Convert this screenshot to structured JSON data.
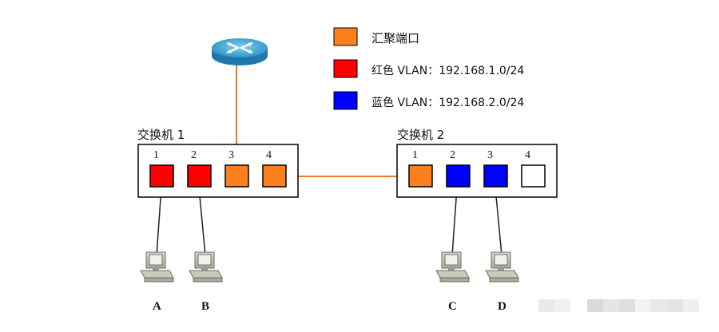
{
  "legend": {
    "aggregate": {
      "label": "汇聚端口",
      "color": "#ff7f1e"
    },
    "red_vlan": {
      "label": "红色 VLAN：192.168.1.0/24",
      "color": "#ff0000"
    },
    "blue_vlan": {
      "label": "蓝色 VLAN：192.168.2.0/24",
      "color": "#0000ff"
    }
  },
  "switch1": {
    "label": "交换机 1",
    "ports": [
      {
        "number": "1",
        "type": "red"
      },
      {
        "number": "2",
        "type": "red"
      },
      {
        "number": "3",
        "type": "aggregate"
      },
      {
        "number": "4",
        "type": "aggregate"
      }
    ]
  },
  "switch2": {
    "label": "交换机 2",
    "ports": [
      {
        "number": "1",
        "type": "aggregate"
      },
      {
        "number": "2",
        "type": "blue"
      },
      {
        "number": "3",
        "type": "blue"
      },
      {
        "number": "4",
        "type": "empty"
      }
    ]
  },
  "computers": [
    "A",
    "B",
    "C",
    "D"
  ],
  "colors": {
    "link": "#f07a2a",
    "cable": "#222222",
    "empty_port": "#ffffff"
  }
}
